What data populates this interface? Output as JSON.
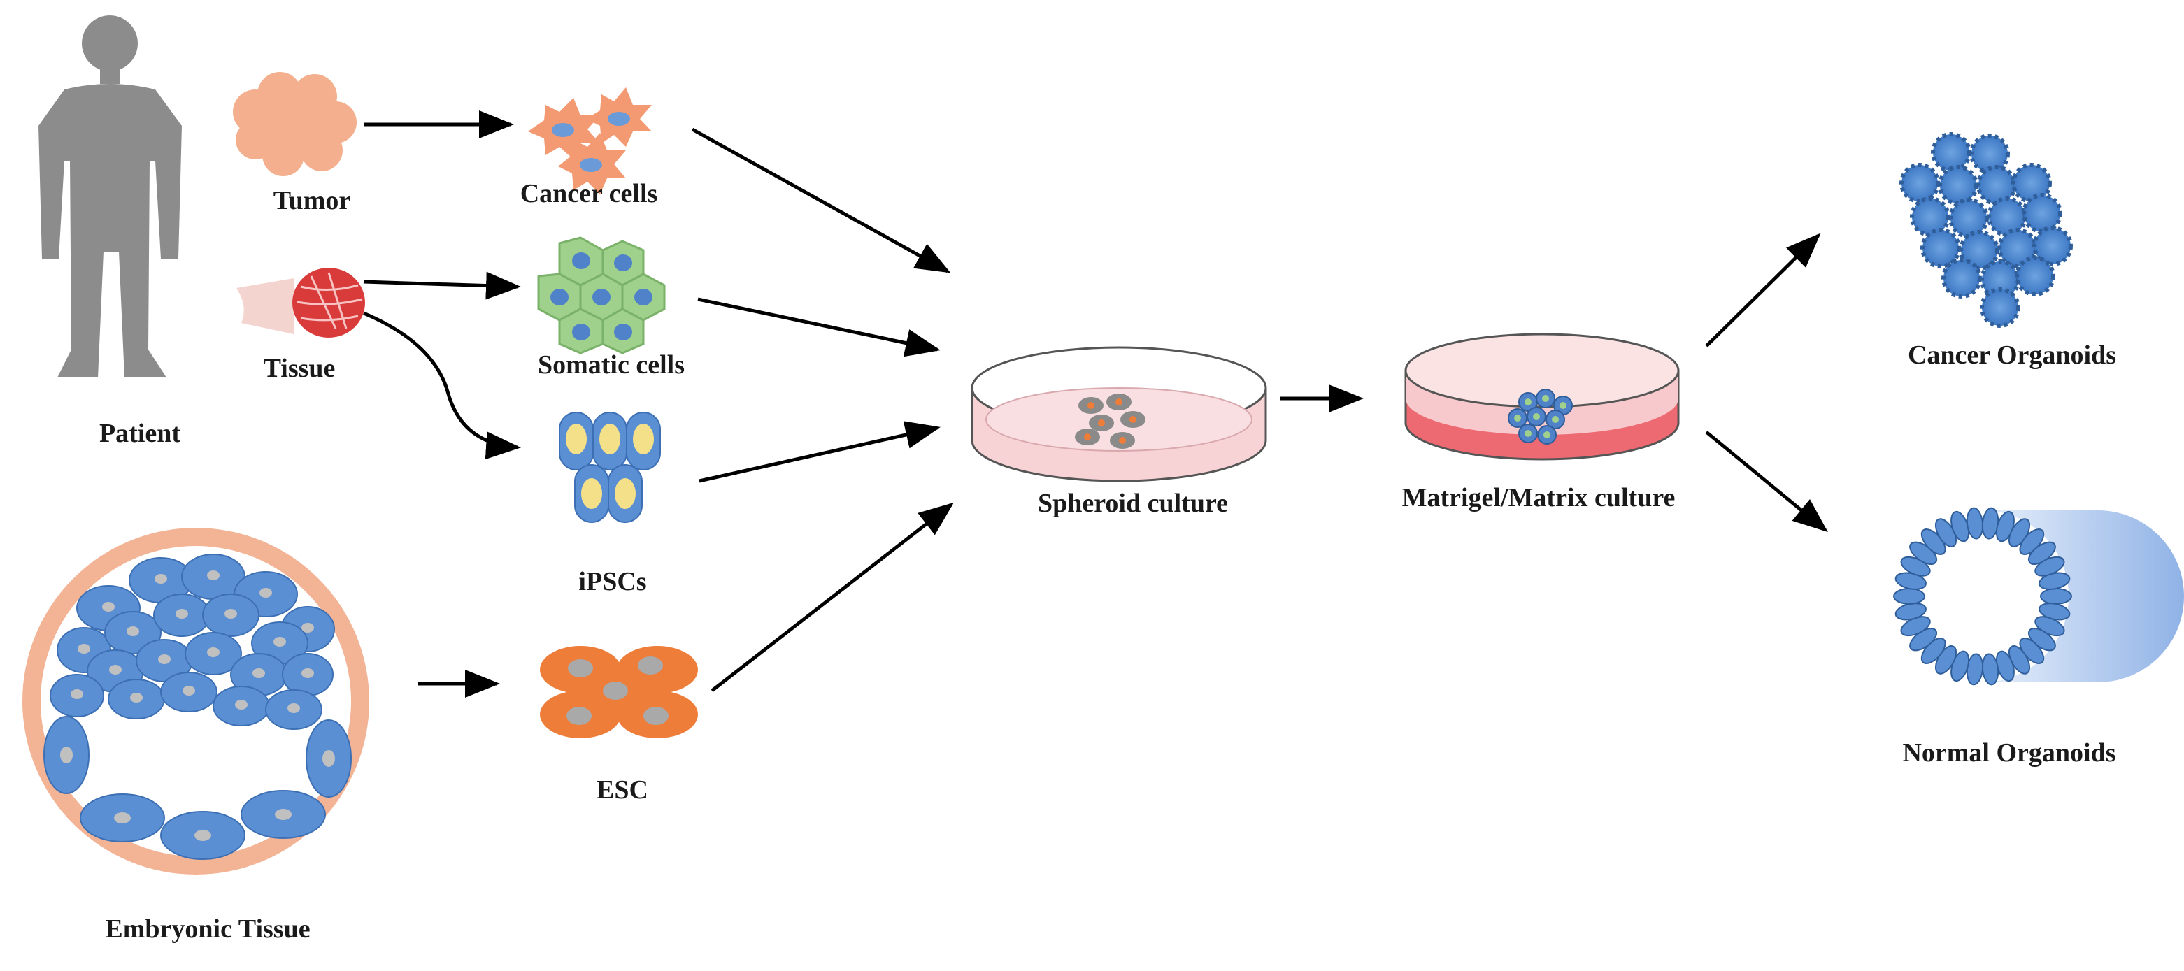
{
  "labels": {
    "patient": "Patient",
    "tumor": "Tumor",
    "tissue": "Tissue",
    "cancer_cells": "Cancer cells",
    "somatic_cells": "Somatic cells",
    "ipscs": "iPSCs",
    "esc": "ESC",
    "embryonic_tissue": "Embryonic Tissue",
    "spheroid_culture": "Spheroid culture",
    "matrigel_culture": "Matrigel/Matrix culture",
    "cancer_organoids": "Cancer Organoids",
    "normal_organoids": "Normal Organoids"
  },
  "colors": {
    "silhouette": "#8c8c8c",
    "tumor": "#f4b08e",
    "cell_blue": "#5b8fd4",
    "cell_nucleus": "#b9b9b9",
    "somatic_fill": "#9fd08c",
    "ipsc_nucleus": "#f5e08a",
    "esc_fill": "#ee7d3a",
    "dish_pink": "#f7d3d6",
    "matrigel_red": "#ee6a72",
    "embryo_ring": "#f3b395",
    "arrow": "#000000"
  }
}
